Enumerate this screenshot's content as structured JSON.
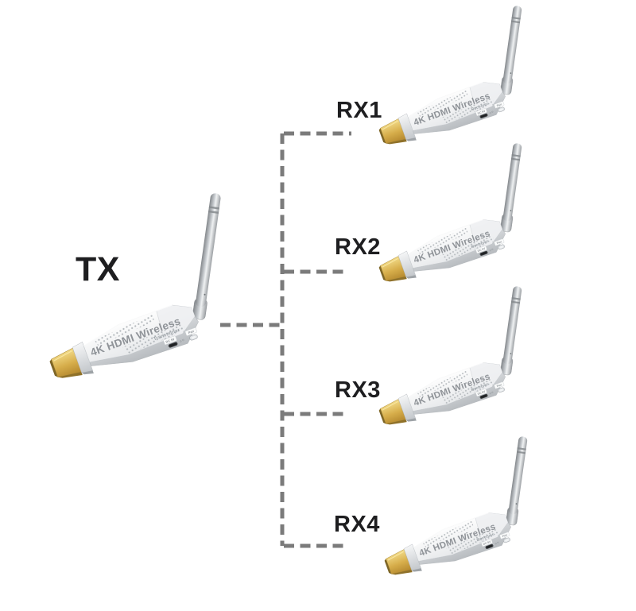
{
  "diagram": {
    "title_hint": "1x4 wireless HDMI extender connection diagram",
    "tx_label": "TX",
    "rx_labels": [
      "RX1",
      "RX2",
      "RX3",
      "RX4"
    ],
    "device": {
      "title": "4K HDMI Wireless",
      "tx_subtitle": "Transmitter",
      "rx_subtitle": "Receiver",
      "dc_label": "DC 5V",
      "pair_label": "Pair"
    },
    "colors": {
      "background": "#ffffff",
      "dashed_line": "#7b7b7b",
      "label_text": "#1e1e20",
      "device_body": "#f0f2f4",
      "hdmi_gold": "#d6ad4a",
      "antenna_gray": "#c9cdd1",
      "device_text": "#8f9398"
    }
  }
}
